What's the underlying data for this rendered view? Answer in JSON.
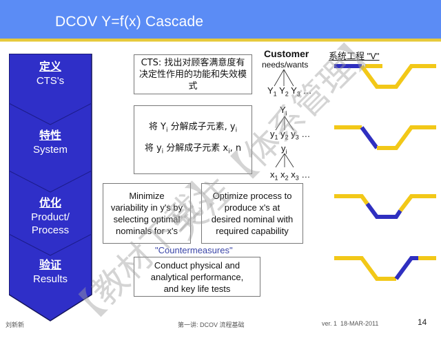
{
  "header": {
    "title": "DCOV Y=f(x) Cascade",
    "colors": {
      "bar": "#5b8cf5",
      "rule": "#e7c93a"
    }
  },
  "stages": [
    {
      "cn": "定义",
      "en": "CTS's"
    },
    {
      "cn": "特性",
      "en": "System"
    },
    {
      "cn": "优化",
      "en_line1": "Product/",
      "en_line2": "Process"
    },
    {
      "cn": "验证",
      "en": "Results"
    }
  ],
  "stage_color": "#2f2fc8",
  "boxes": {
    "cts": "CTS: 找出对顾客满意度有决定性作用的功能和失效模式",
    "system_line1_a": "将 Y",
    "system_line1_sub": "i",
    "system_line1_b": " 分解成子元素, y",
    "system_line1_sub2": "i",
    "system_line2_a": "将 y",
    "system_line2_sub": "i",
    "system_line2_b": " 分解成子元素 x",
    "system_line2_sub2": "i",
    "system_line2_c": ", n",
    "minimize": [
      "Minimize",
      "variability in y's by",
      "selecting optimal",
      "nominals for x's"
    ],
    "optimize": [
      "Optimize process to",
      "produce x's at",
      "desired nominal with",
      "required capability"
    ],
    "countermeasures": "\"Countermeasures\"",
    "results": [
      "Conduct physical and",
      "analytical performance,",
      "and key life tests"
    ]
  },
  "tree": {
    "customer": "Customer",
    "needs": "needs/wants",
    "level1": "Y",
    "level1_subs": [
      "1",
      "2",
      "3"
    ],
    "yi_top": "Y",
    "yi_sub": "i",
    "level2": "y",
    "level2_subs": [
      "1",
      "2",
      "3"
    ],
    "yi_small": "y",
    "level3": "x",
    "level3_subs": [
      "1",
      "2",
      "3"
    ],
    "ellipsis": "…"
  },
  "v_diagram": {
    "label": "系统工程 \"V\"",
    "yellow": "#f2c818",
    "blue": "#2f2fc0"
  },
  "footer": {
    "author": "刘新新",
    "course": "第一讲: DCOV 流程基础",
    "version": "ver. 1",
    "date": "18-MAR-2011",
    "page": "14"
  },
  "watermark": {
    "line1": "【教材下载】",
    "line2": "关注【体系管理】"
  }
}
